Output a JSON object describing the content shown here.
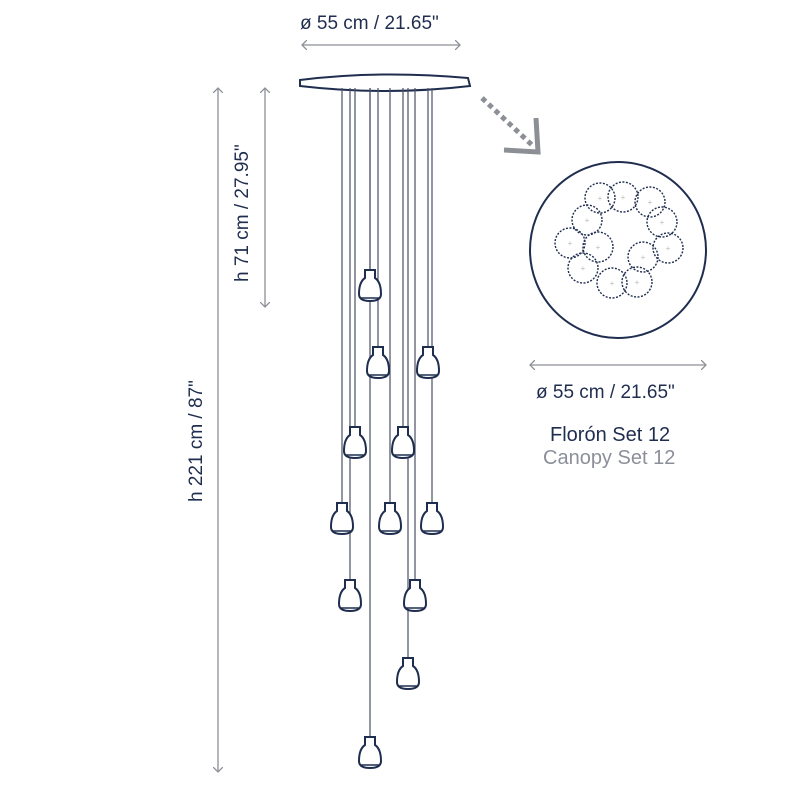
{
  "dimensions": {
    "top_width": "ø 55 cm / 21.65\"",
    "drop_height": "h 71 cm / 27.95\"",
    "total_height": "h 221 cm / 87\"",
    "canopy_width": "ø 55 cm / 21.65\""
  },
  "canopy": {
    "title": "Florón Set 12",
    "subtitle": "Canopy Set 12"
  },
  "colors": {
    "line": "#1f2d4f",
    "arrow": "#8c8f96",
    "wire": "#4a5166"
  }
}
